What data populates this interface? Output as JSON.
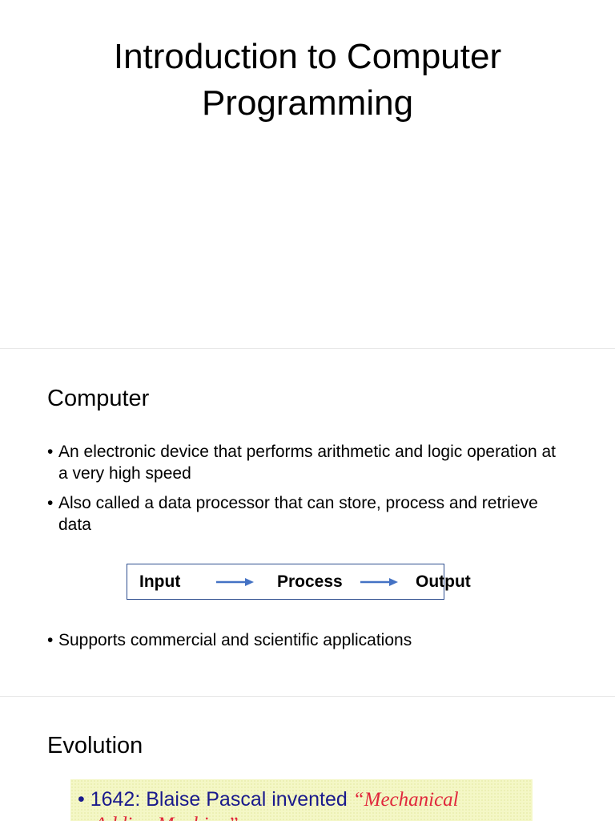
{
  "slide1": {
    "title_line1": "Introduction to Computer",
    "title_line2": "Programming"
  },
  "slide2": {
    "heading": "Computer",
    "bullets": [
      "An electronic device that performs arithmetic and logic operation at a very high speed",
      "Also called a data processor that can store, process and retrieve data",
      "Supports commercial and scientific applications"
    ],
    "flow": {
      "input": "Input",
      "process": "Process",
      "output": "Output",
      "arrow_color": "#4472c4",
      "border_color": "#2f4f8f"
    }
  },
  "slide3": {
    "heading": "Evolution",
    "item_bullet": "•",
    "item_text": "1642: Blaise Pascal invented ",
    "item_emphasis": "“Mechanical",
    "item_emphasis_cont": "Adding Machine”",
    "box_color": "#f4f7c6",
    "text_color": "#1a1a8c",
    "emphasis_color": "#e0283c"
  }
}
